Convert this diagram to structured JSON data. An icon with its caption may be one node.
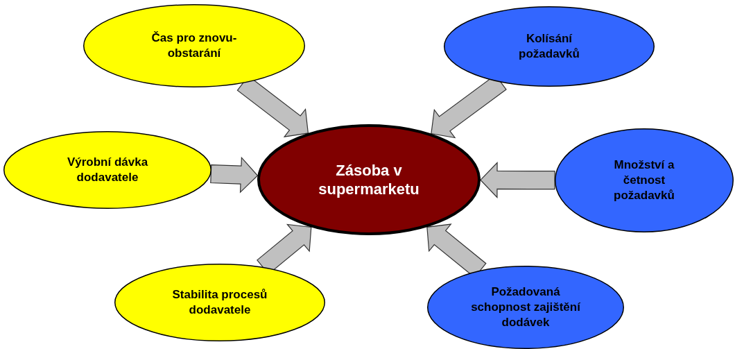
{
  "diagram": {
    "nodes": [
      {
        "text": [
          "Čas pro znovu-obstarání"
        ]
      },
      {
        "text": [
          "Kolísání požadavků"
        ]
      },
      {
        "text": [
          "Výrobní dávka dodavatele"
        ]
      },
      {
        "text": [
          "Zásoba v supermarketu"
        ]
      },
      {
        "text": [
          "Množství a četnost požadavků"
        ]
      },
      {
        "text": [
          "Stabilita procesů dodavatele"
        ]
      },
      {
        "text": [
          "Požadovaná schopnost zajištění dodávek"
        ]
      }
    ],
    "edges": [
      {
        "from": 0,
        "to": 3,
        "arrow": "to"
      },
      {
        "from": 1,
        "to": 3,
        "arrow": "to"
      },
      {
        "from": 2,
        "to": 3,
        "arrow": "to"
      },
      {
        "from": 4,
        "to": 3,
        "arrow": "to"
      },
      {
        "from": 5,
        "to": 3,
        "arrow": "to"
      },
      {
        "from": 6,
        "to": 3,
        "arrow": "to"
      }
    ]
  }
}
